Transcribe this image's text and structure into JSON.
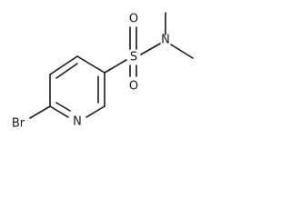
{
  "atoms": {
    "br": "Br",
    "n_ring": "N",
    "s": "S",
    "o_top": "O",
    "o_bottom": "O",
    "n_amide": "N"
  }
}
